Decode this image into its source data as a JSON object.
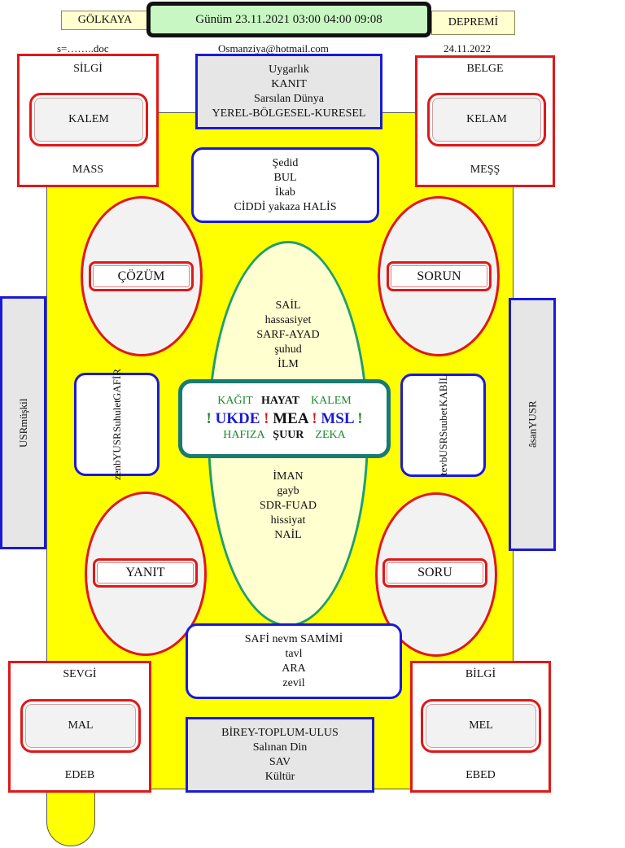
{
  "header": {
    "left_tab": "GÖLKAYA",
    "main_title": "Günüm 23.11.2021 03:00  04:00 09:08",
    "right_tab": "DEPREMİ",
    "sub_left": "s=……..doc",
    "sub_center": "Osmanziya@hotmail.com",
    "sub_right": "24.11.2022"
  },
  "corners": {
    "top_left": {
      "top": "SİLGİ",
      "middle": "KALEM",
      "bottom": "MASS"
    },
    "top_right": {
      "top": "BELGE",
      "middle": "KELAM",
      "bottom": "MEŞŞ"
    },
    "bottom_left": {
      "top": "SEVGİ",
      "middle": "MAL",
      "bottom": "EDEB"
    },
    "bottom_right": {
      "top": "BİLGİ",
      "middle": "MEL",
      "bottom": "EBED"
    }
  },
  "top_box": {
    "lines": [
      "Uygarlık",
      "KANIT",
      "Sarsılan Dünya",
      "YEREL-BÖLGESEL-KURESEL"
    ]
  },
  "upper_box": {
    "lines": [
      "Şedid",
      "BUL",
      "İkab",
      "CİDDİ  yakaza  HALİS"
    ]
  },
  "lower_box": {
    "lines": [
      "SAFİ  nevm  SAMİMİ",
      "tavl",
      "ARA",
      "zevil"
    ]
  },
  "bottom_box": {
    "lines": [
      "BİREY-TOPLUM-ULUS",
      "Salınan Din",
      "SAV",
      "Kültür"
    ]
  },
  "ellipses": {
    "upper_left": "ÇÖZÜM",
    "upper_right": "SORUN",
    "lower_left": "YANIT",
    "lower_right": "SORU"
  },
  "oval": {
    "upper_lines": [
      "SAİL",
      "hassasiyet",
      "SARF-AYAD",
      "şuhud",
      "İLM"
    ],
    "lower_lines": [
      "İMAN",
      "gayb",
      "SDR-FUAD",
      "hissiyat",
      "NAİL"
    ]
  },
  "center": {
    "row1": [
      "KAĞIT",
      "HAYAT",
      "KALEM"
    ],
    "row2": [
      "!",
      "UKDE",
      "!",
      "MEA",
      "!",
      "MSL",
      "!"
    ],
    "row3": [
      "HAFIZA",
      "ŞUUR",
      "ZEKA"
    ]
  },
  "side_left_inner": {
    "lines": [
      "zenb",
      "YUSR",
      "Suhulet",
      "GAFİR"
    ]
  },
  "side_right_inner": {
    "lines": [
      "tevb",
      "USR",
      "Suubet",
      "KABİL"
    ]
  },
  "side_left_outer": {
    "lines": [
      "USR",
      "müşkil"
    ]
  },
  "side_right_outer": {
    "lines": [
      "âsan",
      "YUSR"
    ]
  },
  "colors": {
    "yellow": "#ffff00",
    "red_border": "#e01818",
    "blue_border": "#1a1ad6",
    "teal_border": "#1a7a73",
    "green_text": "#1a8a2a",
    "header_green": "#c9f7c3"
  }
}
